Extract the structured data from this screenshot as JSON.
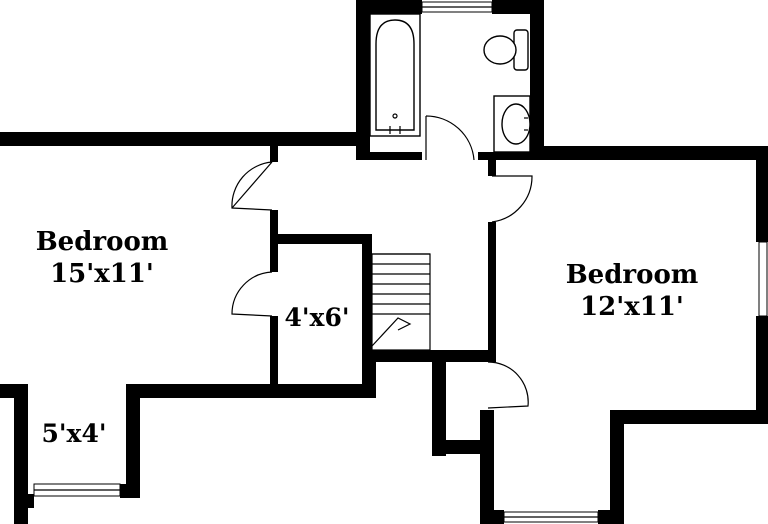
{
  "rooms": {
    "bedroom_left": {
      "name": "Bedroom",
      "size": "15'x11'"
    },
    "bedroom_right": {
      "name": "Bedroom",
      "size": "12'x11'"
    },
    "closet_center": {
      "size": "4'x6'"
    },
    "nook_left": {
      "size": "5'x4'"
    }
  },
  "colors": {
    "wall": "#000000",
    "background": "#ffffff"
  },
  "icons": [
    "bathtub-icon",
    "toilet-icon",
    "sink-icon",
    "stairs-icon",
    "door-swing-icon",
    "window-icon"
  ]
}
